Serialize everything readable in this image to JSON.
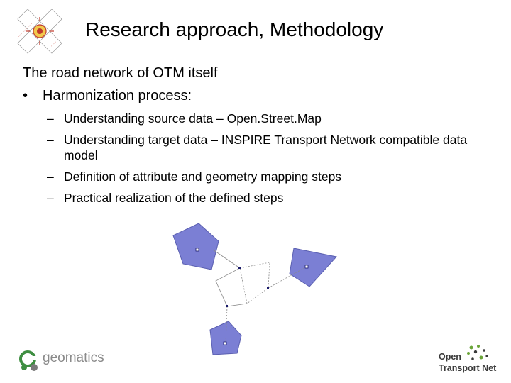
{
  "slide": {
    "title": "Research approach, Methodology",
    "line1": "The road network of OTM itself",
    "bullet_char": "•",
    "line2": "Harmonization process:",
    "dash_char": "–",
    "subitems": [
      "Understanding source data – Open.Street.Map",
      "Understanding target data – INSPIRE Transport Network compatible data model",
      "Definition of attribute and geometry mapping steps",
      "Practical realization of the defined steps"
    ]
  },
  "logos": {
    "geomatics_text": "geomatics",
    "otn_line1": "Open",
    "otn_line2": "Transport Net"
  },
  "colors": {
    "polygon_fill": "#7b7fd4",
    "polygon_stroke": "#5a5fb0",
    "otn_green": "#6ba539",
    "geomatics_green": "#3e8e41"
  }
}
